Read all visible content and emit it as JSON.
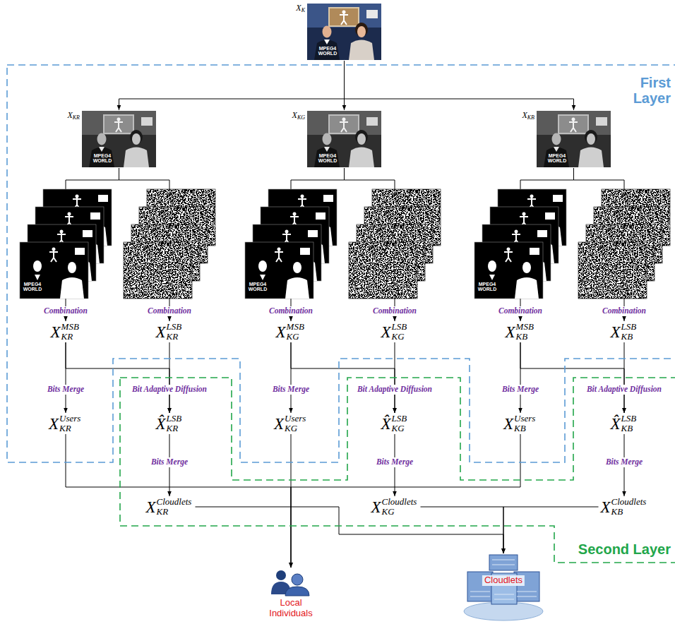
{
  "diagram": {
    "nodes": [
      {
        "text": [
          "X",
          "K"
        ]
      },
      {
        "text": [
          "First Layer"
        ]
      },
      {
        "text": [
          "X",
          "KR"
        ],
        "in": 1
      },
      {
        "text": [
          "X",
          "KG"
        ],
        "in": 1
      },
      {
        "text": [
          "X",
          "KB"
        ],
        "in": 1
      },
      {
        "text": [
          "X",
          "KR",
          "MSB"
        ],
        "in": 1
      },
      {
        "text": [
          "X",
          "KR",
          "LSB"
        ],
        "in": 1
      },
      {
        "text": [
          "X",
          "KG",
          "MSB"
        ],
        "in": 1
      },
      {
        "text": [
          "X",
          "KG",
          "LSB"
        ],
        "in": 1
      },
      {
        "text": [
          "X",
          "KB",
          "MSB"
        ],
        "in": 1
      },
      {
        "text": [
          "X",
          "KB",
          "LSB"
        ],
        "in": 1
      },
      {
        "text": [
          "X",
          "KR",
          "Users"
        ],
        "in": 1
      },
      {
        "text": [
          "Second Layer"
        ]
      },
      {
        "text": [
          "X̂",
          "KR",
          "LSB"
        ],
        "in": 12
      },
      {
        "text": [
          "X",
          "KG",
          "Users"
        ],
        "in": 1
      },
      {
        "text": [
          "X̂",
          "KG",
          "LSB"
        ],
        "in": 12
      },
      {
        "text": [
          "X",
          "KB",
          "Users"
        ],
        "in": 1
      },
      {
        "text": [
          "X̂",
          "KB",
          "LSB"
        ],
        "in": 12
      },
      {
        "text": [
          "X",
          "KR",
          "Cloudlets"
        ],
        "in": 12
      },
      {
        "text": [
          "X",
          "KG",
          "Cloudlets"
        ],
        "in": 12
      },
      {
        "text": [
          "X",
          "KB",
          "Cloudlets"
        ],
        "in": 12
      },
      {
        "text": [
          "Local Individuals"
        ]
      },
      {
        "text": [
          "Cloudlets"
        ]
      }
    ],
    "edges": [
      {
        "from": 0,
        "to": 2,
        "arrow": "to"
      },
      {
        "from": 0,
        "to": 3,
        "arrow": "to"
      },
      {
        "from": 0,
        "to": 4,
        "arrow": "to"
      },
      {
        "from": 2,
        "to": 5,
        "label": "Combination",
        "arrow": "to"
      },
      {
        "from": 2,
        "to": 6,
        "label": "Combination",
        "arrow": "to"
      },
      {
        "from": 3,
        "to": 7,
        "label": "Combination",
        "arrow": "to"
      },
      {
        "from": 3,
        "to": 8,
        "label": "Combination",
        "arrow": "to"
      },
      {
        "from": 4,
        "to": 9,
        "label": "Combination",
        "arrow": "to"
      },
      {
        "from": 4,
        "to": 10,
        "label": "Combination",
        "arrow": "to"
      },
      {
        "from": 5,
        "to": 11,
        "label": "Bits Merge",
        "arrow": "to"
      },
      {
        "from": 7,
        "to": 14,
        "label": "Bits Merge",
        "arrow": "to"
      },
      {
        "from": 9,
        "to": 16,
        "label": "Bits Merge",
        "arrow": "to"
      },
      {
        "from": 6,
        "to": 13,
        "label": "Bit Adaptive Diffusion",
        "arrow": "to"
      },
      {
        "from": 5,
        "to": 13,
        "arrow": "to"
      },
      {
        "from": 8,
        "to": 15,
        "label": "Bit Adaptive Diffusion",
        "arrow": "to"
      },
      {
        "from": 7,
        "to": 15,
        "arrow": "to"
      },
      {
        "from": 10,
        "to": 17,
        "label": "Bit Adaptive Diffusion",
        "arrow": "to"
      },
      {
        "from": 9,
        "to": 17,
        "arrow": "to"
      },
      {
        "from": 13,
        "to": 18,
        "label": "Bits Merge",
        "arrow": "to"
      },
      {
        "from": 15,
        "to": 19,
        "label": "Bits Merge",
        "arrow": "to"
      },
      {
        "from": 17,
        "to": 20,
        "label": "Bits Merge",
        "arrow": "to"
      },
      {
        "from": 11,
        "to": 21,
        "arrow": "to"
      },
      {
        "from": 14,
        "to": 21,
        "arrow": "to"
      },
      {
        "from": 16,
        "to": 21,
        "arrow": "to"
      },
      {
        "from": 18,
        "to": 22,
        "arrow": "to"
      },
      {
        "from": 19,
        "to": 22,
        "arrow": "to"
      },
      {
        "from": 20,
        "to": 22,
        "arrow": "to"
      }
    ],
    "labels": [
      "MPEG4 WORLD",
      "MPEG4 WORLD",
      "MPEG4 WORLD",
      "MPEG4 WORLD",
      "MPEG4 WORLD",
      "MPEG4 WORLD",
      "MPEG4 WORLD"
    ]
  }
}
